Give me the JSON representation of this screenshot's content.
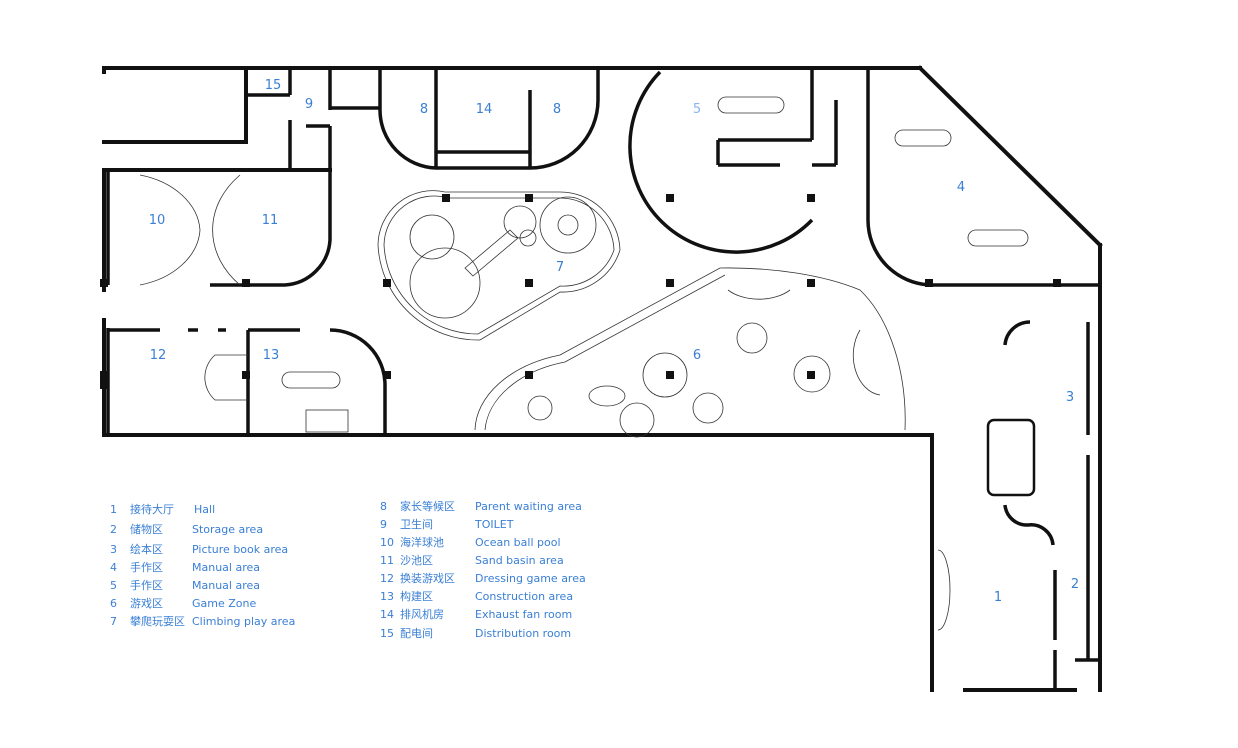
{
  "colors": {
    "wall": "#111111",
    "line": "#333333",
    "label": "#3a7fd5"
  },
  "rooms": [
    {
      "num": "1",
      "cn": "接待大厅",
      "en": "Hall"
    },
    {
      "num": "2",
      "cn": "储物区",
      "en": "Storage area"
    },
    {
      "num": "3",
      "cn": "绘本区",
      "en": "Picture book area"
    },
    {
      "num": "4",
      "cn": "手作区",
      "en": "Manual area"
    },
    {
      "num": "5",
      "cn": "手作区",
      "en": "Manual area"
    },
    {
      "num": "6",
      "cn": "游戏区",
      "en": "Game Zone"
    },
    {
      "num": "7",
      "cn": "攀爬玩耍区",
      "en": "Climbing play area"
    },
    {
      "num": "8",
      "cn": "家长等候区",
      "en": "Parent waiting area"
    },
    {
      "num": "9",
      "cn": "卫生间",
      "en": "TOILET"
    },
    {
      "num": "10",
      "cn": "海洋球池",
      "en": "Ocean ball pool"
    },
    {
      "num": "11",
      "cn": "沙池区",
      "en": "Sand basin area"
    },
    {
      "num": "12",
      "cn": "换装游戏区",
      "en": "Dressing game area"
    },
    {
      "num": "13",
      "cn": "构建区",
      "en": "Construction area"
    },
    {
      "num": "14",
      "cn": "排风机房",
      "en": "Exhaust fan room"
    },
    {
      "num": "15",
      "cn": "配电间",
      "en": "Distribution room"
    }
  ],
  "plan_labels": {
    "r1": "1",
    "r2": "2",
    "r3": "3",
    "r4": "4",
    "r5": "5",
    "r6": "6",
    "r7": "7",
    "r8a": "8",
    "r8b": "8",
    "r9": "9",
    "r10": "10",
    "r11": "11",
    "r12": "12",
    "r13": "13",
    "r14": "14",
    "r15": "15"
  }
}
